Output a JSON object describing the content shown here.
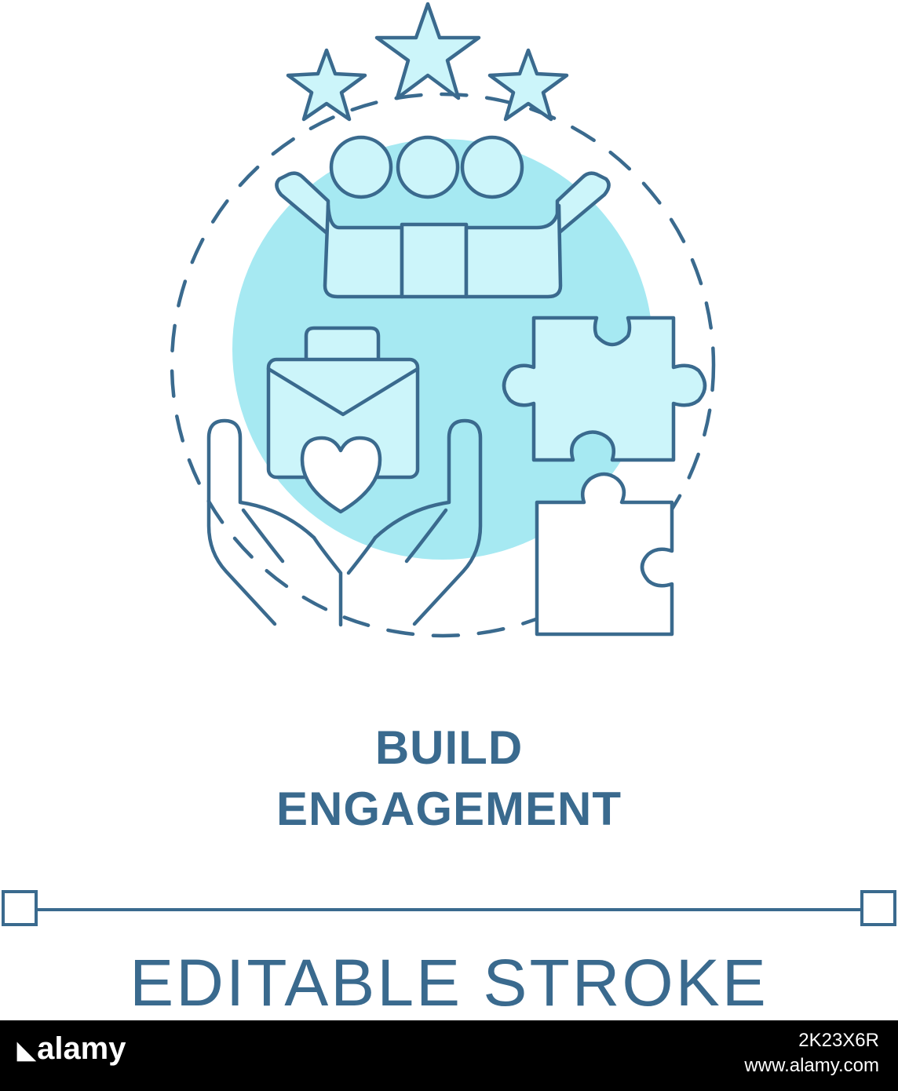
{
  "icon": {
    "name": "build-engagement-concept-icon",
    "outline_color": "#3a6a8e",
    "fill_color": "#ccf5fa",
    "circle_color": "#a6e9f2"
  },
  "title": {
    "line1": "BUILD",
    "line2": "ENGAGEMENT"
  },
  "caption": "EDITABLE STROKE",
  "footer": {
    "brand": "alamy",
    "image_id": "2K23X6R",
    "url": "www.alamy.com"
  }
}
